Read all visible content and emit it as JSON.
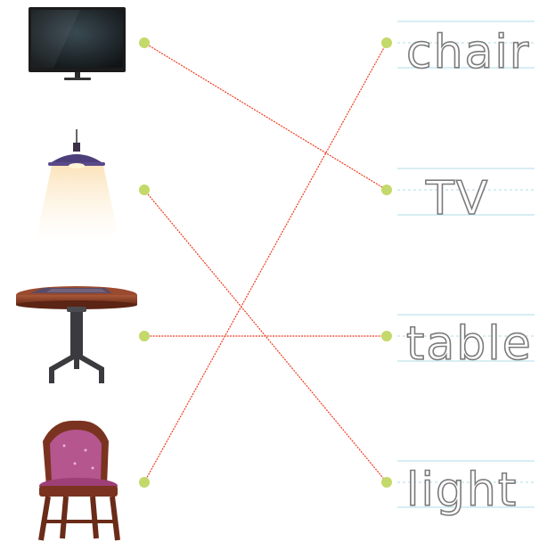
{
  "pictures": [
    {
      "id": "tv",
      "icon": "tv-icon"
    },
    {
      "id": "lamp",
      "icon": "ceiling-lamp-icon"
    },
    {
      "id": "table",
      "icon": "round-table-icon"
    },
    {
      "id": "chair",
      "icon": "wooden-chair-icon"
    }
  ],
  "words": [
    "chair",
    "TV",
    "table",
    "light"
  ],
  "matches": [
    {
      "picture": 0,
      "word": 1
    },
    {
      "picture": 1,
      "word": 3
    },
    {
      "picture": 2,
      "word": 2
    },
    {
      "picture": 3,
      "word": 0
    }
  ],
  "colors": {
    "line": "#ee3b1e",
    "dot": "#c3d96a",
    "guide": "#bfe3ef",
    "word_outline": "#7b7b7b"
  }
}
